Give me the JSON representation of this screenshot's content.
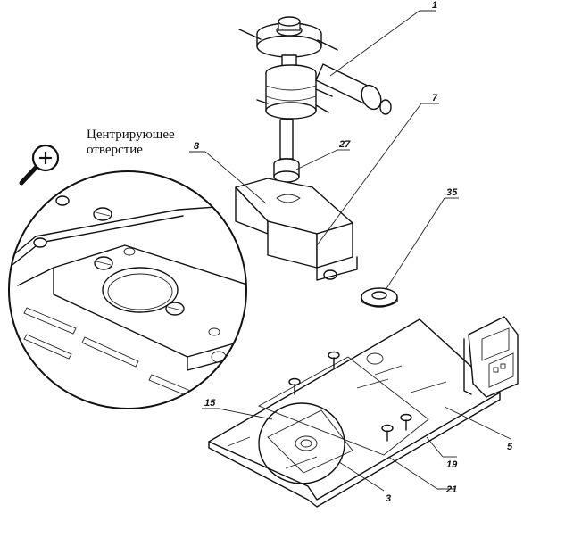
{
  "annotation": {
    "line1": "Центрирующее",
    "line2": "отверстие"
  },
  "callouts": [
    {
      "id": "1",
      "text": "1"
    },
    {
      "id": "7",
      "text": "7"
    },
    {
      "id": "8",
      "text": "8"
    },
    {
      "id": "27",
      "text": "27"
    },
    {
      "id": "35",
      "text": "35"
    },
    {
      "id": "15",
      "text": "15"
    },
    {
      "id": "5",
      "text": "5"
    },
    {
      "id": "19",
      "text": "19"
    },
    {
      "id": "3",
      "text": "3"
    },
    {
      "id": "21",
      "text": "21"
    }
  ],
  "icons": {
    "zoom": "zoom-in-icon"
  }
}
